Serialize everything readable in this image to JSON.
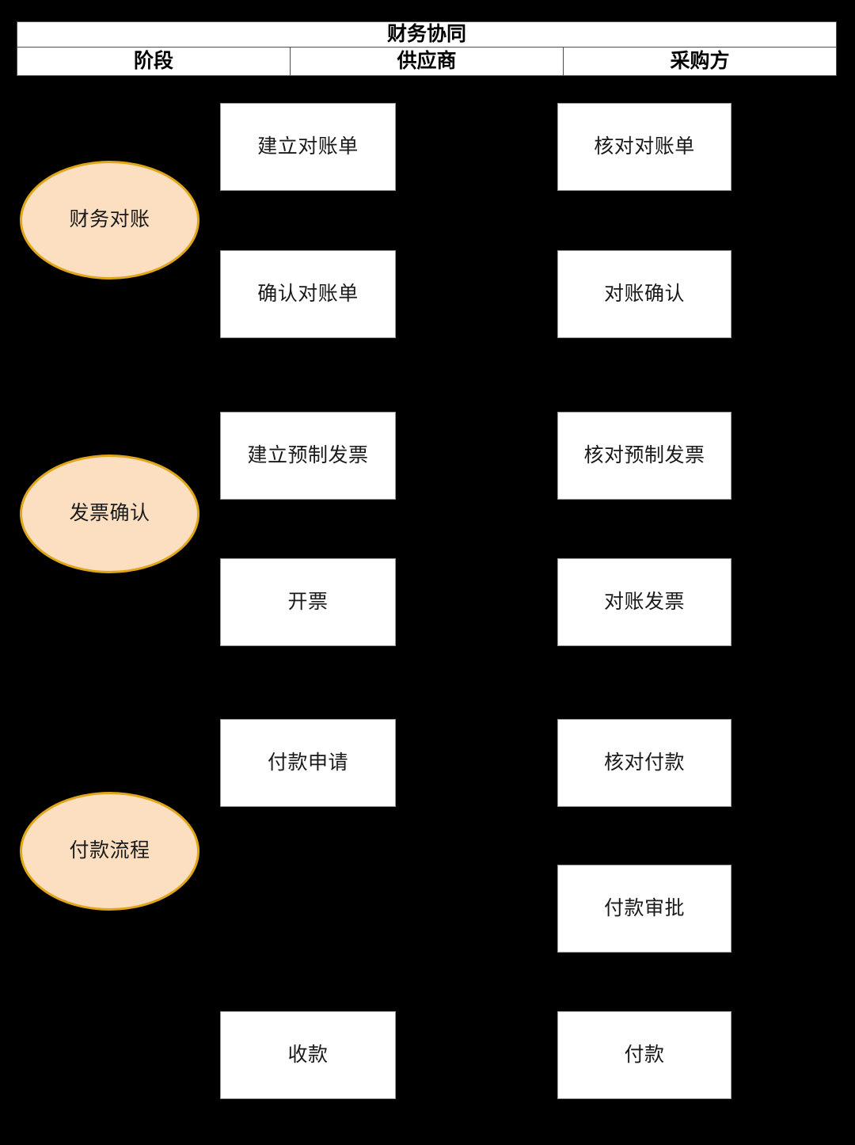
{
  "diagram": {
    "title": "财务协同",
    "background_color": "#000000",
    "box_fill": "#FFFFFF",
    "box_stroke": "#9A9A9A",
    "ellipse_fill": "#FBDFC0",
    "ellipse_stroke": "#DFA61A",
    "text_color": "#1A1A1A"
  },
  "header": {
    "title": "财务协同",
    "columns": [
      {
        "label": "阶段"
      },
      {
        "label": "供应商"
      },
      {
        "label": "采购方"
      }
    ]
  },
  "stages": [
    {
      "label": "财务对账"
    },
    {
      "label": "发票确认"
    },
    {
      "label": "付款流程"
    }
  ],
  "nodes": {
    "supplier": [
      {
        "label": "建立对账单"
      },
      {
        "label": "确认对账单"
      },
      {
        "label": "建立预制发票"
      },
      {
        "label": "开票"
      },
      {
        "label": "付款申请"
      },
      {
        "label": "收款"
      }
    ],
    "buyer": [
      {
        "label": "核对对账单"
      },
      {
        "label": "对账确认"
      },
      {
        "label": "核对预制发票"
      },
      {
        "label": "对账发票"
      },
      {
        "label": "核对付款"
      },
      {
        "label": "付款审批"
      },
      {
        "label": "付款"
      }
    ]
  },
  "chart_data": {
    "type": "table",
    "title": "财务协同",
    "columns": [
      "阶段",
      "供应商",
      "采购方"
    ],
    "rows": [
      {
        "stage": "财务对账",
        "supplier": [
          "建立对账单",
          "确认对账单"
        ],
        "buyer": [
          "核对对账单",
          "对账确认"
        ]
      },
      {
        "stage": "发票确认",
        "supplier": [
          "建立预制发票",
          "开票"
        ],
        "buyer": [
          "核对预制发票",
          "对账发票"
        ]
      },
      {
        "stage": "付款流程",
        "supplier": [
          "付款申请",
          "收款"
        ],
        "buyer": [
          "核对付款",
          "付款审批",
          "付款"
        ]
      }
    ]
  }
}
